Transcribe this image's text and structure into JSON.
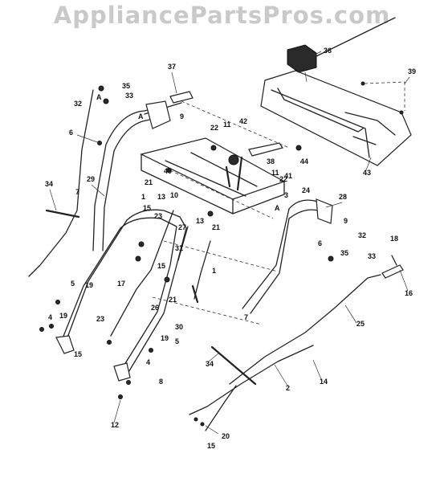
{
  "watermark": "AppliancePartsPros.com",
  "callouts": [
    {
      "id": "c1",
      "text": "37"
    },
    {
      "id": "c2",
      "text": "36"
    },
    {
      "id": "c3",
      "text": "39"
    },
    {
      "id": "c4",
      "text": "35"
    },
    {
      "id": "c5",
      "text": "32"
    },
    {
      "id": "c6",
      "text": "A"
    },
    {
      "id": "c7",
      "text": "33"
    },
    {
      "id": "c8",
      "text": "A"
    },
    {
      "id": "c9",
      "text": "9"
    },
    {
      "id": "c10",
      "text": "6"
    },
    {
      "id": "c11",
      "text": "22"
    },
    {
      "id": "c12",
      "text": "11"
    },
    {
      "id": "c13",
      "text": "42"
    },
    {
      "id": "c14",
      "text": "44"
    },
    {
      "id": "c15",
      "text": "38"
    },
    {
      "id": "c16",
      "text": "41"
    },
    {
      "id": "c17",
      "text": "43"
    },
    {
      "id": "c18",
      "text": "34"
    },
    {
      "id": "c19",
      "text": "29"
    },
    {
      "id": "c20",
      "text": "40"
    },
    {
      "id": "c21",
      "text": "21"
    },
    {
      "id": "c22",
      "text": "13"
    },
    {
      "id": "c23",
      "text": "10"
    },
    {
      "id": "c24",
      "text": "11"
    },
    {
      "id": "c25",
      "text": "22"
    },
    {
      "id": "c26",
      "text": "3"
    },
    {
      "id": "c27",
      "text": "24"
    },
    {
      "id": "c28",
      "text": "28"
    },
    {
      "id": "c29",
      "text": "7"
    },
    {
      "id": "c30",
      "text": "1"
    },
    {
      "id": "c31",
      "text": "15"
    },
    {
      "id": "c32",
      "text": "23"
    },
    {
      "id": "c33",
      "text": "27"
    },
    {
      "id": "c34",
      "text": "13"
    },
    {
      "id": "c35",
      "text": "21"
    },
    {
      "id": "c36",
      "text": "A"
    },
    {
      "id": "c37",
      "text": "9"
    },
    {
      "id": "c38",
      "text": "32"
    },
    {
      "id": "c39",
      "text": "6"
    },
    {
      "id": "c40",
      "text": "18"
    },
    {
      "id": "c41",
      "text": "31"
    },
    {
      "id": "c42",
      "text": "15"
    },
    {
      "id": "c43",
      "text": "17"
    },
    {
      "id": "c44",
      "text": "1"
    },
    {
      "id": "c45",
      "text": "35"
    },
    {
      "id": "c46",
      "text": "33"
    },
    {
      "id": "c47",
      "text": "16"
    },
    {
      "id": "c48",
      "text": "5"
    },
    {
      "id": "c49",
      "text": "19"
    },
    {
      "id": "c50",
      "text": "21"
    },
    {
      "id": "c51",
      "text": "26"
    },
    {
      "id": "c52",
      "text": "4"
    },
    {
      "id": "c53",
      "text": "19"
    },
    {
      "id": "c54",
      "text": "23"
    },
    {
      "id": "c55",
      "text": "30"
    },
    {
      "id": "c56",
      "text": "7"
    },
    {
      "id": "c57",
      "text": "25"
    },
    {
      "id": "c58",
      "text": "15"
    },
    {
      "id": "c59",
      "text": "19"
    },
    {
      "id": "c60",
      "text": "5"
    },
    {
      "id": "c61",
      "text": "34"
    },
    {
      "id": "c62",
      "text": "4"
    },
    {
      "id": "c63",
      "text": "14"
    },
    {
      "id": "c64",
      "text": "8"
    },
    {
      "id": "c65",
      "text": "2"
    },
    {
      "id": "c66",
      "text": "12"
    },
    {
      "id": "c67",
      "text": "20"
    },
    {
      "id": "c68",
      "text": "15"
    }
  ]
}
